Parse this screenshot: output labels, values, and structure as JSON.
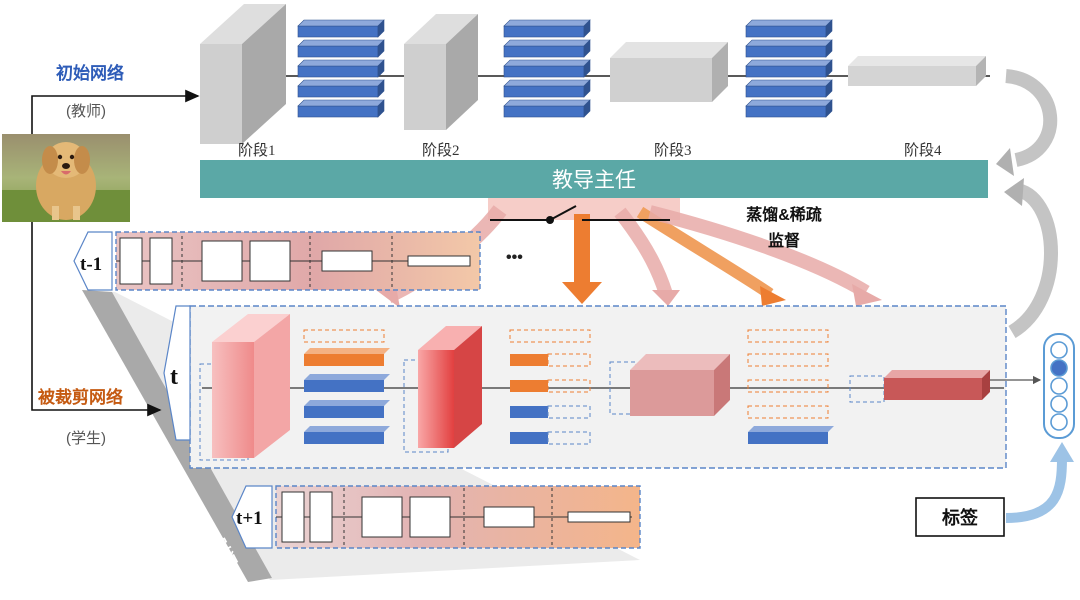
{
  "teacher": {
    "label": "初始网络",
    "sublabel": "(教师)"
  },
  "student": {
    "label": "被裁剪网络",
    "sublabel": "(学生)"
  },
  "stages": [
    "阶段1",
    "阶段2",
    "阶段3",
    "阶段4"
  ],
  "head_teacher": "教导主任",
  "distill": {
    "line1": "蒸馏&稀疏",
    "line2": "监督"
  },
  "time_steps": {
    "prev": "t-1",
    "curr": "t",
    "next": "t+1"
  },
  "ellipsis": "•••",
  "time_axis": "时间",
  "label_box": "标签",
  "colors": {
    "teacher_block": "#c9c9c9",
    "teacher_layer": "#4472c4",
    "head_teacher_bar": "#5ba8a6",
    "teacher_label": "#2e5cb8",
    "student_label": "#c55a11",
    "red_block": "#e06666",
    "orange_layer": "#ed7d31",
    "distill_arrow": "#e8a0a0",
    "output_node": "#4472c4"
  }
}
